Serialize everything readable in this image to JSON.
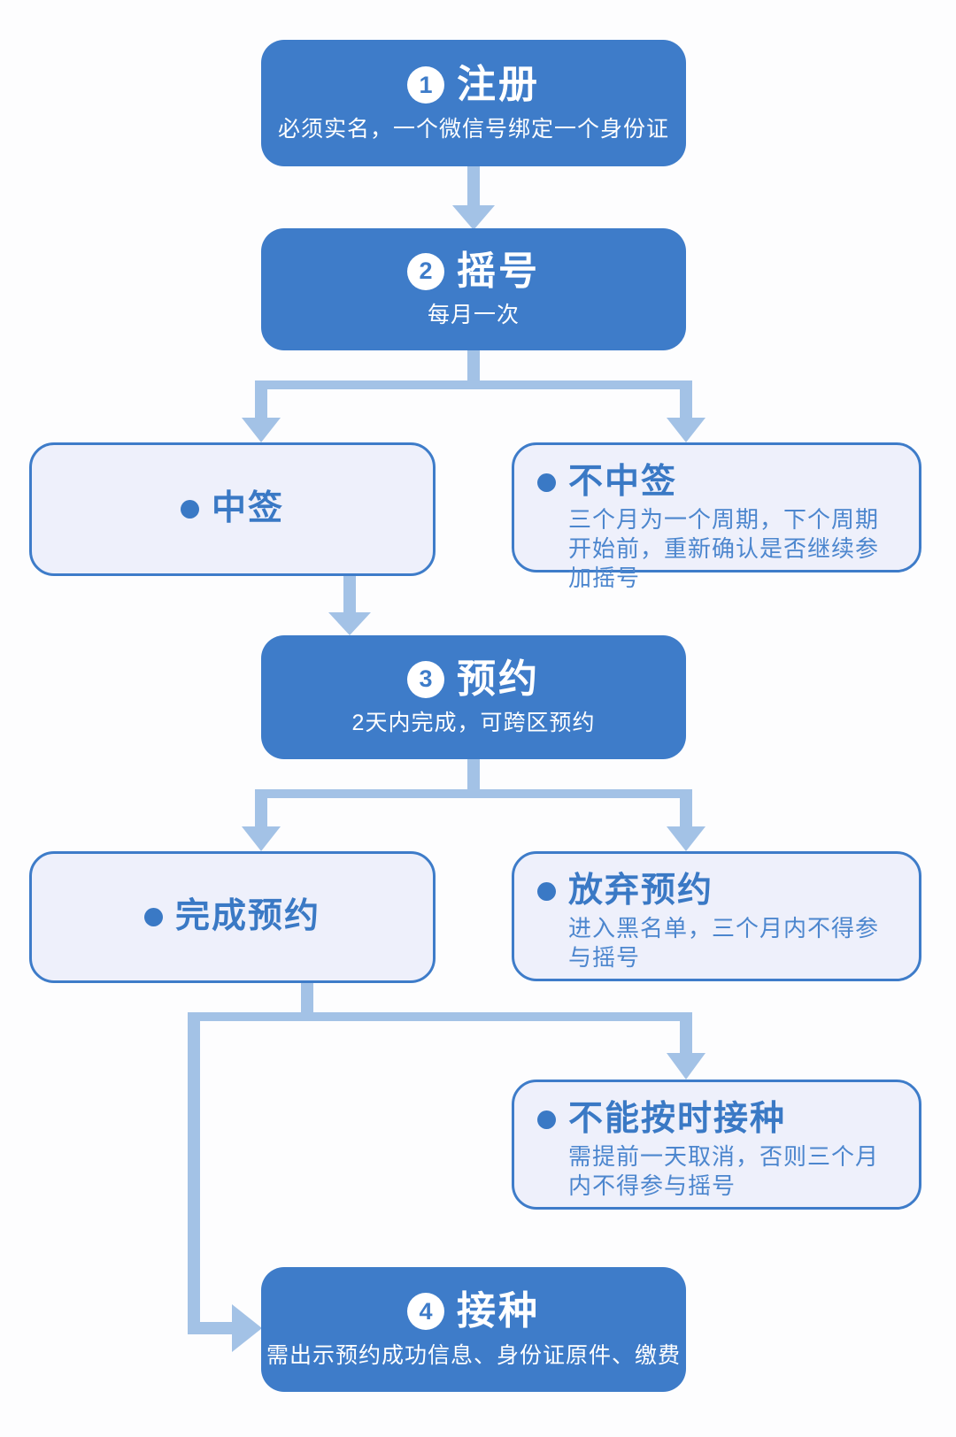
{
  "palette": {
    "blue": "#3e7cc9",
    "light_fill": "#eef0fb",
    "arrow": "#a3c2e6",
    "text_blue": "#3a79c5"
  },
  "steps": [
    {
      "number": "1",
      "title": "注册",
      "subtitle": "必须实名，一个微信号绑定一个身份证"
    },
    {
      "number": "2",
      "title": "摇号",
      "subtitle": "每月一次"
    },
    {
      "number": "3",
      "title": "预约",
      "subtitle": "2天内完成，可跨区预约"
    },
    {
      "number": "4",
      "title": "接种",
      "subtitle": "需出示预约成功信息、身份证原件、缴费"
    }
  ],
  "outcomes": {
    "win": {
      "title": "中签"
    },
    "lose": {
      "title": "不中签",
      "desc": "三个月为一个周期，下个周期开始前，重新确认是否继续参加摇号"
    },
    "done": {
      "title": "完成预约"
    },
    "giveup": {
      "title": "放弃预约",
      "desc": "进入黑名单，三个月内不得参与摇号"
    },
    "miss": {
      "title": "不能按时接种",
      "desc": "需提前一天取消，否则三个月内不得参与摇号"
    }
  }
}
